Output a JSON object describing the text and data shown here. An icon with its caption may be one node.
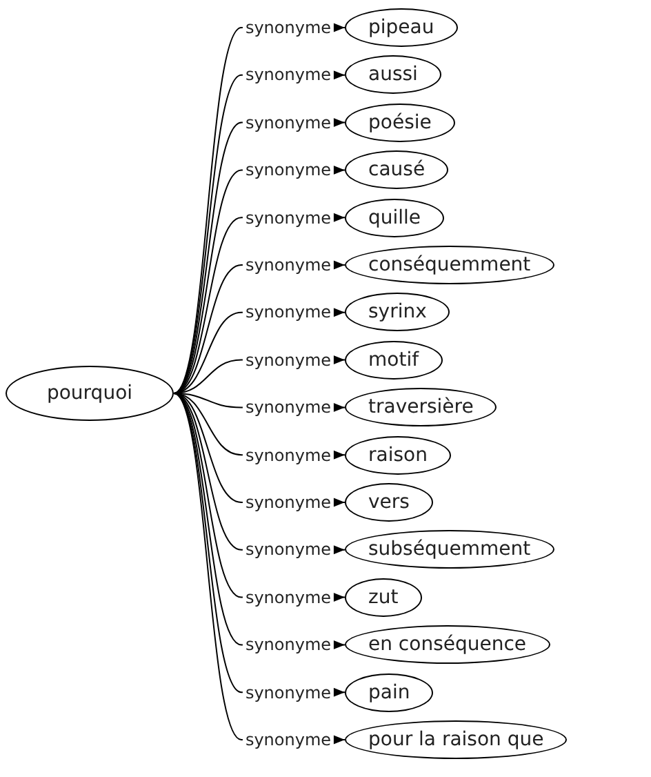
{
  "diagram": {
    "nodes": [
      {
        "text": [
          "pourquoi"
        ]
      },
      {
        "text": [
          "pipeau"
        ]
      },
      {
        "text": [
          "aussi"
        ]
      },
      {
        "text": [
          "poésie"
        ]
      },
      {
        "text": [
          "causé"
        ]
      },
      {
        "text": [
          "quille"
        ]
      },
      {
        "text": [
          "conséquemment"
        ]
      },
      {
        "text": [
          "syrinx"
        ]
      },
      {
        "text": [
          "motif"
        ]
      },
      {
        "text": [
          "traversière"
        ]
      },
      {
        "text": [
          "raison"
        ]
      },
      {
        "text": [
          "vers"
        ]
      },
      {
        "text": [
          "subséquemment"
        ]
      },
      {
        "text": [
          "zut"
        ]
      },
      {
        "text": [
          "en conséquence"
        ]
      },
      {
        "text": [
          "pain"
        ]
      },
      {
        "text": [
          "pour la raison que"
        ]
      }
    ],
    "edges": [
      {
        "from": 0,
        "to": 1,
        "arrow": "to",
        "label": "synonyme"
      },
      {
        "from": 0,
        "to": 2,
        "arrow": "to",
        "label": "synonyme"
      },
      {
        "from": 0,
        "to": 3,
        "arrow": "to",
        "label": "synonyme"
      },
      {
        "from": 0,
        "to": 4,
        "arrow": "to",
        "label": "synonyme"
      },
      {
        "from": 0,
        "to": 5,
        "arrow": "to",
        "label": "synonyme"
      },
      {
        "from": 0,
        "to": 6,
        "arrow": "to",
        "label": "synonyme"
      },
      {
        "from": 0,
        "to": 7,
        "arrow": "to",
        "label": "synonyme"
      },
      {
        "from": 0,
        "to": 8,
        "arrow": "to",
        "label": "synonyme"
      },
      {
        "from": 0,
        "to": 9,
        "arrow": "to",
        "label": "synonyme"
      },
      {
        "from": 0,
        "to": 10,
        "arrow": "to",
        "label": "synonyme"
      },
      {
        "from": 0,
        "to": 11,
        "arrow": "to",
        "label": "synonyme"
      },
      {
        "from": 0,
        "to": 12,
        "arrow": "to",
        "label": "synonyme"
      },
      {
        "from": 0,
        "to": 13,
        "arrow": "to",
        "label": "synonyme"
      },
      {
        "from": 0,
        "to": 14,
        "arrow": "to",
        "label": "synonyme"
      },
      {
        "from": 0,
        "to": 15,
        "arrow": "to",
        "label": "synonyme"
      },
      {
        "from": 0,
        "to": 16,
        "arrow": "to",
        "label": "synonyme"
      }
    ]
  }
}
